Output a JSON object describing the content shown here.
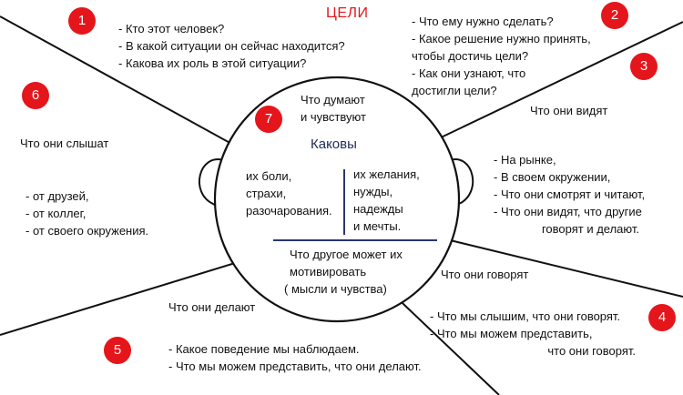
{
  "title": "ЦЕЛИ",
  "badges": [
    "1",
    "2",
    "3",
    "4",
    "5",
    "6",
    "7"
  ],
  "colors": {
    "badge": "#e4161b",
    "title": "#e4161b",
    "divider": "#2a3570",
    "line": "#111111"
  },
  "q1": {
    "lines": [
      "- Кто этот человек?",
      "- В какой ситуации он сейчас находится?",
      "- Какова их роль в этой ситуации?"
    ]
  },
  "q2": {
    "lines": [
      "- Что ему нужно сделать?",
      "- Какое решение нужно принять,",
      "чтобы достичь цели?",
      "- Как они узнают, что",
      "достигли цели?"
    ]
  },
  "see": {
    "label": "Что они видят",
    "lines": [
      "- На рынке,",
      "- В своем окружении,",
      "- Что они смотрят и читают,",
      "- Что они видят, что другие",
      "говорят и делают."
    ]
  },
  "say": {
    "label": "Что они говорят",
    "lines": [
      "- Что мы слышим, что они говорят.",
      "- Что мы можем представить,",
      "что они говорят."
    ]
  },
  "do": {
    "label": "Что они делают",
    "lines": [
      "- Какое поведение мы наблюдаем.",
      "- Что мы можем представить, что они делают."
    ]
  },
  "hear": {
    "label": "Что они слышат",
    "lines": [
      "- от друзей,",
      "- от коллег,",
      "- от своего окружения."
    ]
  },
  "head": {
    "think_label": [
      "Что думают",
      "и чувствуют"
    ],
    "center_label": "Каковы",
    "pains": [
      "их боли,",
      "страхи,",
      "разочарования."
    ],
    "gains": [
      "их желания,",
      "нужды,",
      "надежды",
      "и мечты."
    ],
    "other": [
      "Что другое может их",
      "мотивировать",
      "( мысли и чувства)"
    ]
  }
}
